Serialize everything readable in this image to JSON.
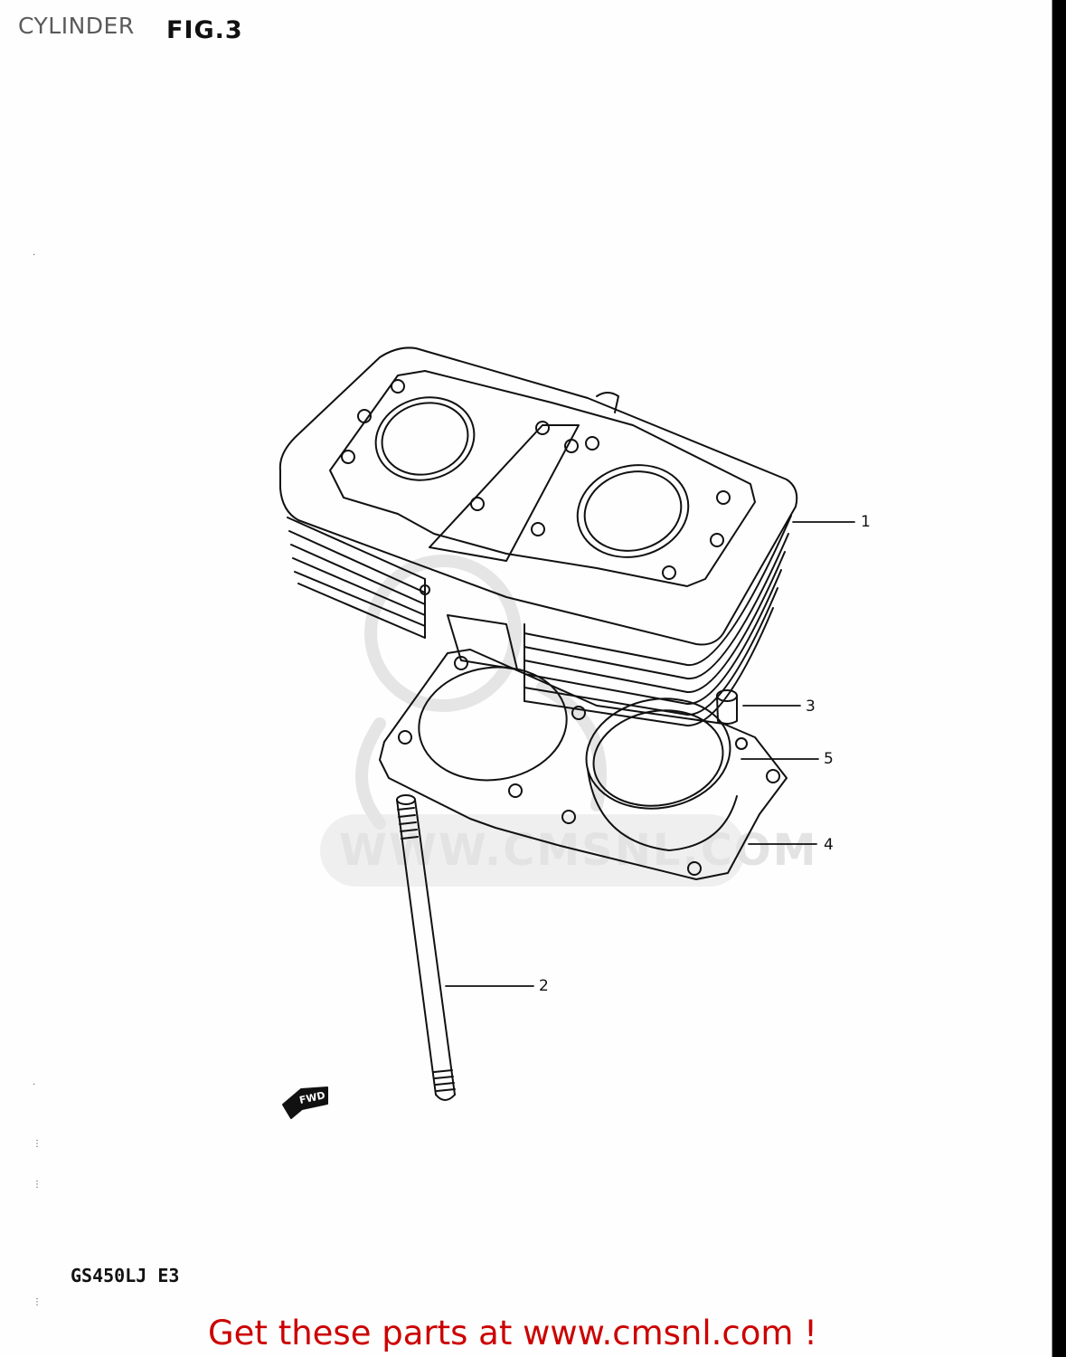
{
  "header": {
    "section_title": "CYLINDER",
    "figure_label": "FIG.3"
  },
  "diagram": {
    "watermark": "WWW.CMSNL.COM",
    "direction_marker": "FWD",
    "callouts": [
      {
        "number": "1",
        "part": "cylinder-block"
      },
      {
        "number": "2",
        "part": "stud-bolt"
      },
      {
        "number": "3",
        "part": "dowel-pin"
      },
      {
        "number": "4",
        "part": "cylinder-base-gasket"
      },
      {
        "number": "5",
        "part": "o-ring"
      }
    ]
  },
  "footer": {
    "model_code": "GS450LJ E3",
    "promo_text": "Get these parts at www.cmsnl.com !"
  },
  "colors": {
    "promo_red": "#cc0000",
    "line": "#111111",
    "watermark": "#e6e6e6",
    "title_gray": "#5a5a5a"
  }
}
